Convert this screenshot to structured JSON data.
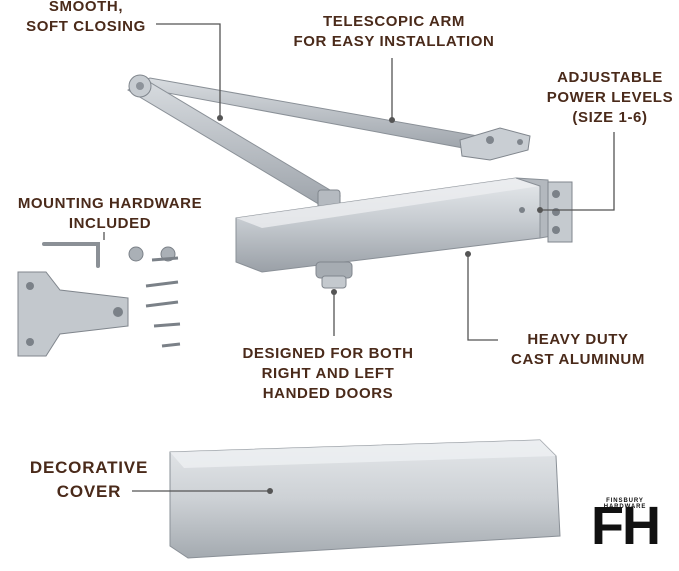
{
  "labels": {
    "smooth": [
      "SMOOTH,",
      "SOFT CLOSING"
    ],
    "telescopic": [
      "TELESCOPIC ARM",
      "FOR EASY INSTALLATION"
    ],
    "adjustable": [
      "ADJUSTABLE",
      "POWER LEVELS",
      "(SIZE 1-6)"
    ],
    "mounting": [
      "MOUNTING HARDWARE",
      "INCLUDED"
    ],
    "designed": [
      "DESIGNED FOR BOTH",
      "RIGHT AND LEFT",
      "HANDED DOORS"
    ],
    "heavy": [
      "HEAVY DUTY",
      "CAST ALUMINUM"
    ],
    "cover": [
      "DECORATIVE",
      "COVER"
    ]
  },
  "brand": {
    "monogram": "FH",
    "name": "FINSBURY HARDWARE"
  },
  "colors": {
    "label_text": "#4a2a1a",
    "leader_line": "#555555",
    "metal_light": "#d9dde1",
    "metal_mid": "#b9bec4",
    "metal_dark": "#8c9299"
  }
}
